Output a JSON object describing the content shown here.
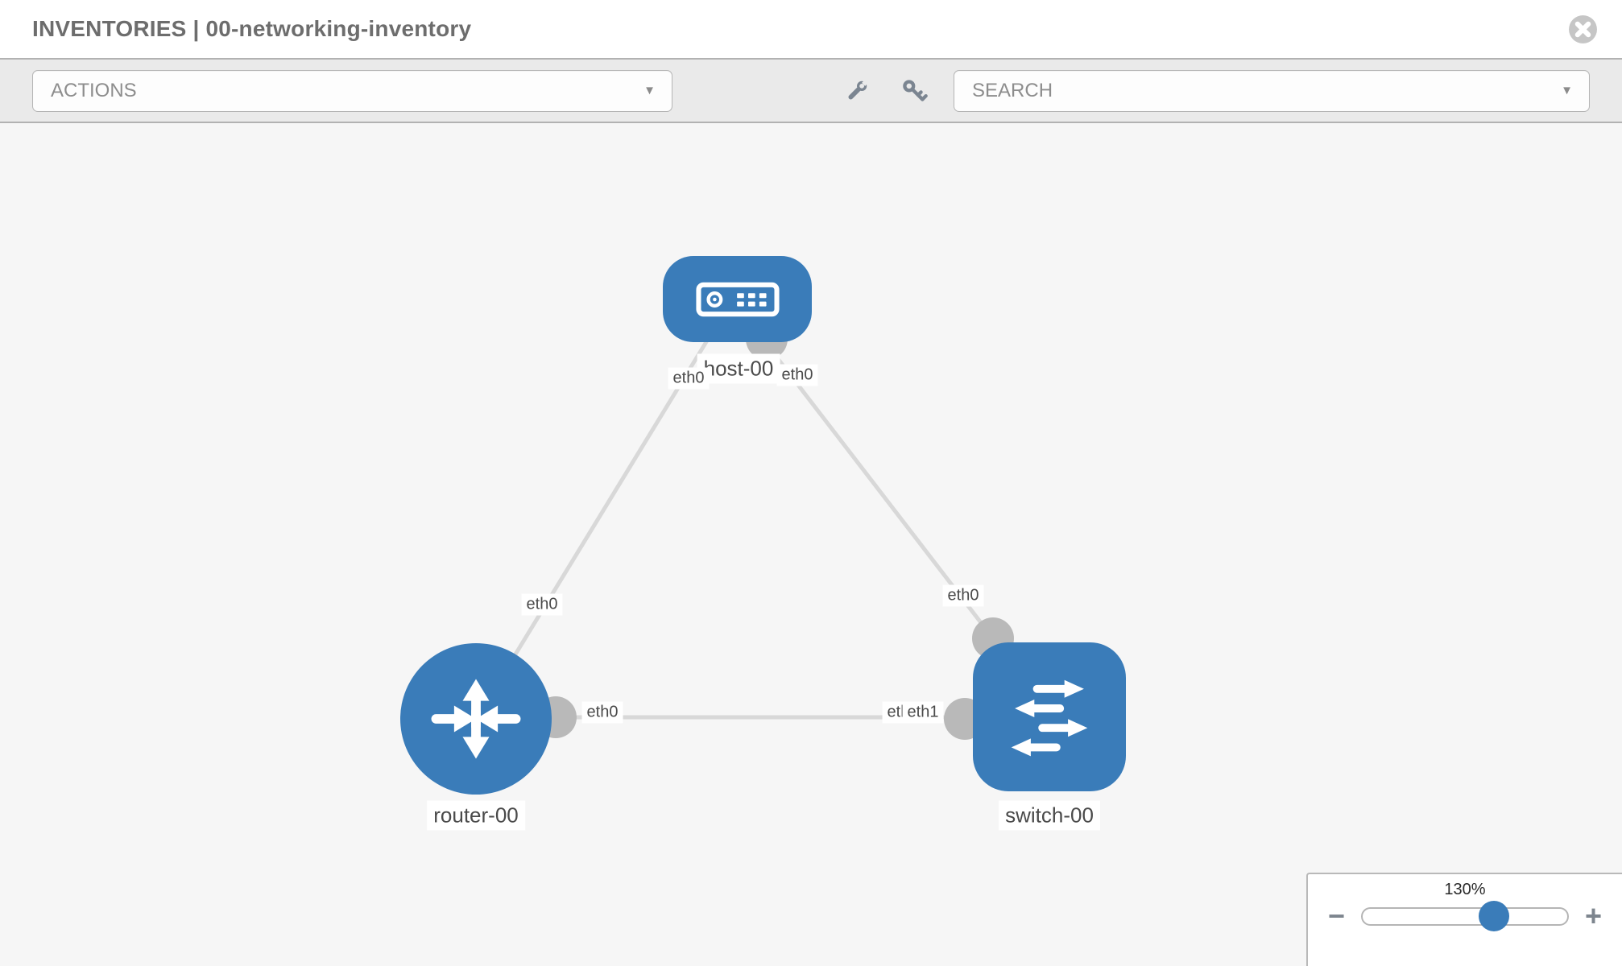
{
  "header": {
    "title": "INVENTORIES | 00-networking-inventory"
  },
  "toolbar": {
    "actions_label": "ACTIONS",
    "search_label": "SEARCH"
  },
  "icons": {
    "caret": "▼",
    "close": "circle-x-icon",
    "wrench": "wrench-icon",
    "key": "key-icon"
  },
  "canvas": {
    "nodes": [
      {
        "label": "host-00",
        "type": "host"
      },
      {
        "label": "router-00",
        "type": "router"
      },
      {
        "label": "switch-00",
        "type": "switch"
      }
    ],
    "links": [
      {
        "from": "host-00",
        "to": "router-00",
        "from_if": "eth0",
        "to_if": "eth0"
      },
      {
        "from": "host-00",
        "to": "switch-00",
        "from_if": "eth0",
        "to_if": "eth0"
      },
      {
        "from": "router-00",
        "to": "switch-00",
        "from_if": "eth0",
        "to_if": "eth1"
      }
    ],
    "interface_labels": [
      {
        "text": "eth0",
        "location": "host-left"
      },
      {
        "text": "eth0",
        "location": "host-right"
      },
      {
        "text": "eth0",
        "location": "link-to-router"
      },
      {
        "text": "eth0",
        "location": "link-to-switch"
      },
      {
        "text": "eth0",
        "location": "router-side"
      },
      {
        "text": "eth0",
        "location": "switch-side-behind"
      },
      {
        "text": "eth1",
        "location": "switch-side"
      }
    ]
  },
  "zoom_control": {
    "level": "130%",
    "minus_label": "−",
    "plus_label": "+"
  },
  "colors": {
    "node_blue": "#3a7cb9",
    "link_gray": "#d8d8d8",
    "connector_gray": "#b9b9b9",
    "icon_slate": "#7b8591",
    "toolbar_bg": "#eaeaea",
    "canvas_bg": "#f6f6f6",
    "title_text": "#6d6d6d"
  }
}
